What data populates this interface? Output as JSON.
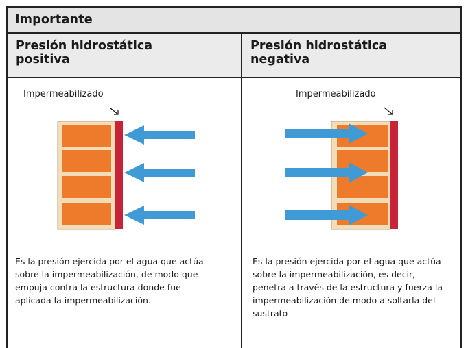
{
  "header": {
    "title": "Importante"
  },
  "columns": [
    {
      "title_line1": "Presión hidrostática",
      "title_line2": "positiva",
      "label": "Impermeabilizado",
      "description": [
        "Es la presión ejercida por el agua que actúa",
        "sobre la impermeabilización, de modo que",
        "empuja contra la estructura donde fue",
        "aplicada la impermeabilización."
      ]
    },
    {
      "title_line1": "Presión hidrostática",
      "title_line2": "negativa",
      "label": "Impermeabilizado",
      "description": [
        "Es la presión ejercida por el agua que actúa",
        "sobre la impermeabilización, es decir,",
        "penetra a través de la estructura y fuerza la",
        "impermeabilización de modo a soltarla del",
        "sustrato"
      ]
    }
  ],
  "colors": {
    "brick": "#ee7a2c",
    "mortar": "#f3ddb8",
    "membrane": "#c7243a",
    "arrow": "#3f9ad6"
  }
}
